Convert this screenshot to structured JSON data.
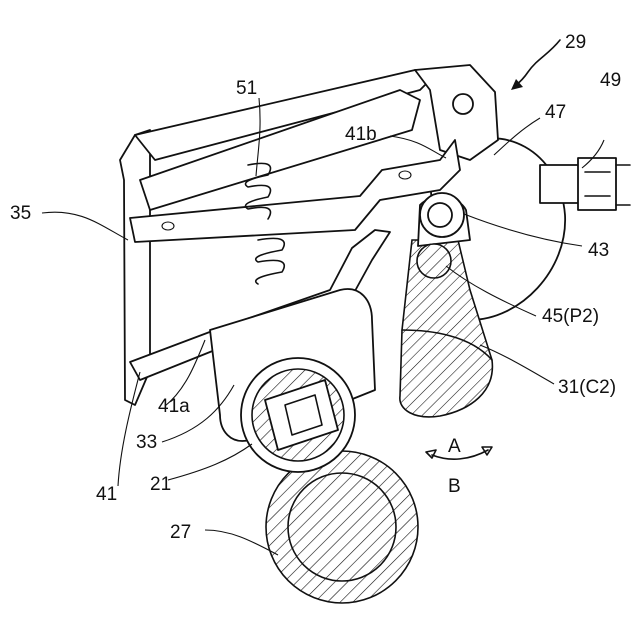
{
  "figure": {
    "reference_numerals": {
      "device": "29",
      "spring": "51",
      "part_41b": "41b",
      "part_47": "47",
      "part_49": "49",
      "frame_35": "35",
      "part_43": "43",
      "part_45": "45(P2)",
      "part_31": "31(C2)",
      "part_41a": "41a",
      "part_33": "33",
      "roller_21": "21",
      "part_41": "41",
      "roller_27": "27",
      "direction_a": "A",
      "direction_b": "B"
    }
  }
}
